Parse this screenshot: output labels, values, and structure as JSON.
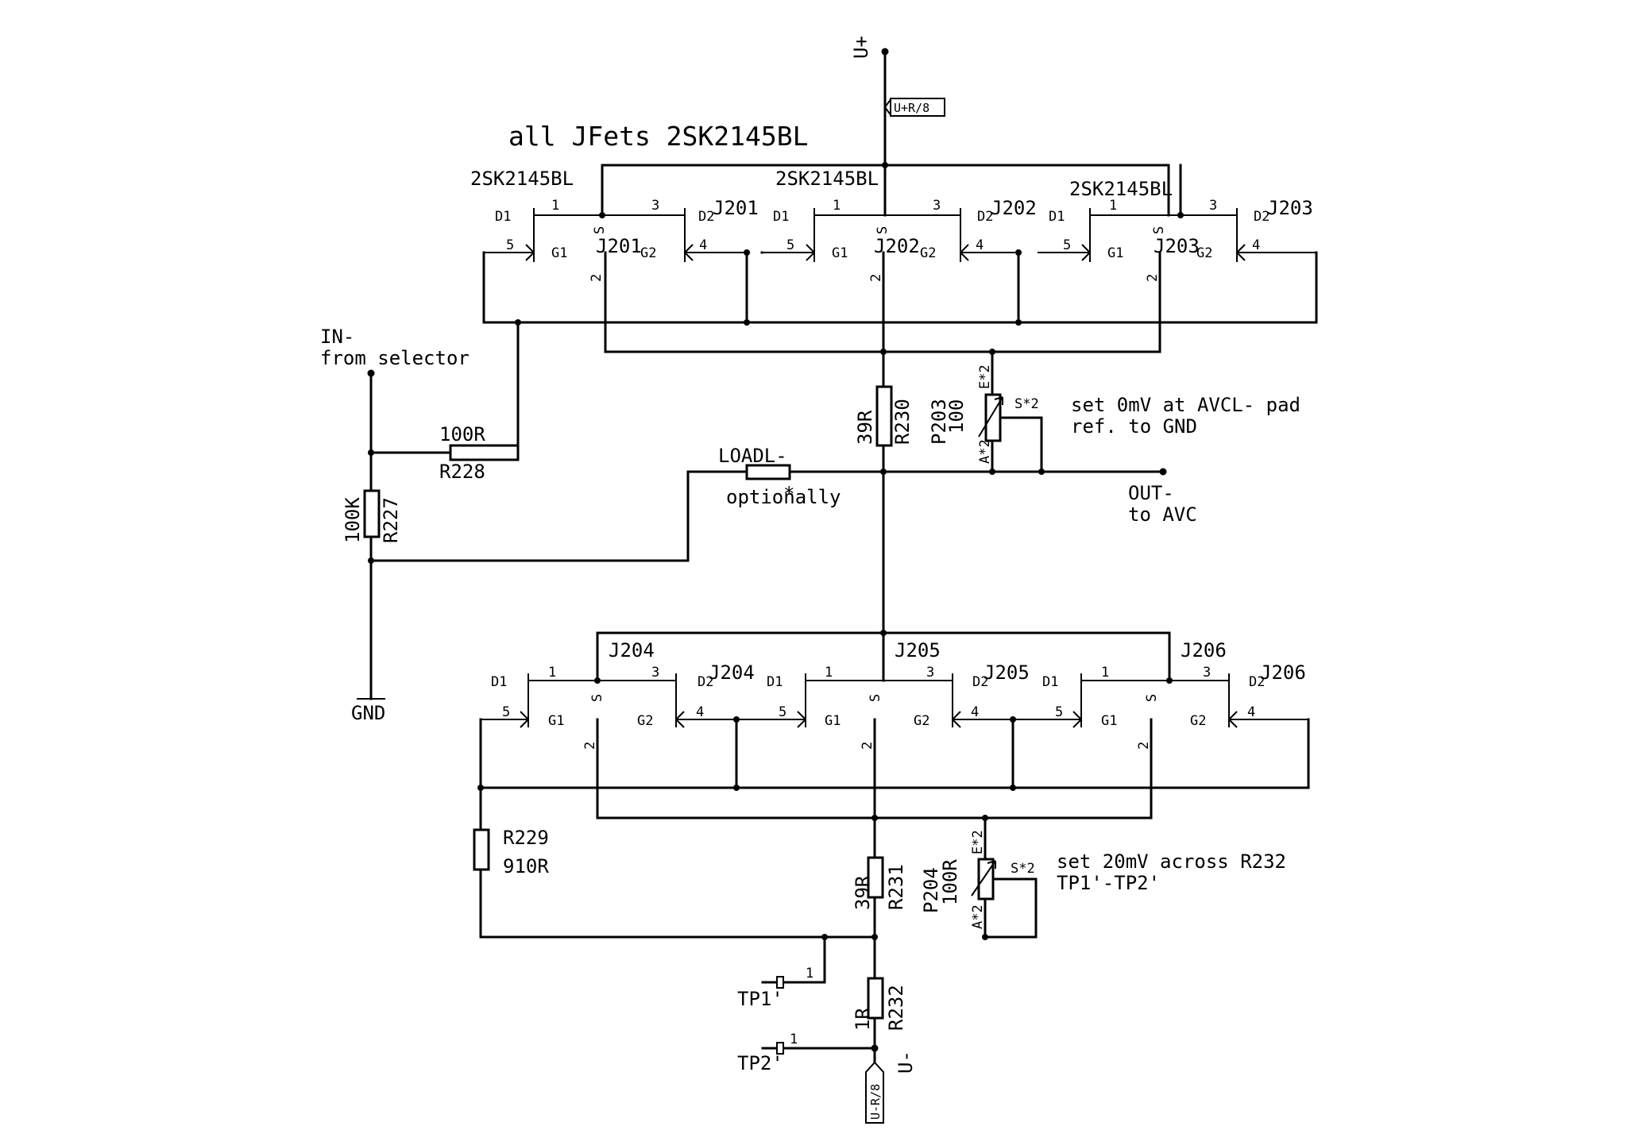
{
  "title": "all JFets 2SK2145BL",
  "supply": {
    "positive": "U+",
    "positive_label": "U+R/8",
    "negative": "U-",
    "negative_label": "U-R/8",
    "ground": "GND"
  },
  "input": {
    "line1": "IN-",
    "line2": "from selector"
  },
  "output": {
    "line1": "OUT-",
    "line2": "to AVC"
  },
  "loadl": {
    "name": "LOADL-",
    "note": "optionally",
    "marker": "*"
  },
  "upper_jfets": [
    {
      "type": "2SK2145BL",
      "name": "J201",
      "label": "J201"
    },
    {
      "type": "2SK2145BL",
      "name": "J202",
      "label": "J202"
    },
    {
      "type": "2SK2145BL",
      "name": "J203",
      "label": "J203"
    }
  ],
  "lower_jfets": [
    {
      "name": "J204",
      "label": "J204"
    },
    {
      "name": "J205",
      "label": "J205"
    },
    {
      "name": "J206",
      "label": "J206"
    }
  ],
  "jfet_pins": {
    "d1": "D1",
    "d2": "D2",
    "g1": "G1",
    "g2": "G2",
    "s": "S",
    "p1": "1",
    "p2": "2",
    "p3": "3",
    "p4": "4",
    "p5": "5"
  },
  "resistors": {
    "r227": {
      "name": "R227",
      "value": "100K"
    },
    "r228": {
      "name": "R228",
      "value": "100R"
    },
    "r229": {
      "name": "R229",
      "value": "910R"
    },
    "r230": {
      "name": "R230",
      "value": "39R"
    },
    "r231": {
      "name": "R231",
      "value": "39R"
    },
    "r232": {
      "name": "R232",
      "value": "1R"
    }
  },
  "pots": {
    "p203": {
      "name": "P203",
      "value": "100",
      "e": "E*2",
      "s": "S*2",
      "a": "A*2"
    },
    "p204": {
      "name": "P204",
      "value": "100R",
      "e": "E*2",
      "s": "S*2",
      "a": "A*2"
    }
  },
  "notes": {
    "p203_line1": "set 0mV at AVCL- pad",
    "p203_line2": "ref. to GND",
    "p204_line1": "set 20mV across R232",
    "p204_line2": "TP1'-TP2'"
  },
  "testpoints": {
    "tp1": {
      "name": "TP1'",
      "pin": "1"
    },
    "tp2": {
      "name": "TP2'",
      "pin": "1"
    }
  }
}
